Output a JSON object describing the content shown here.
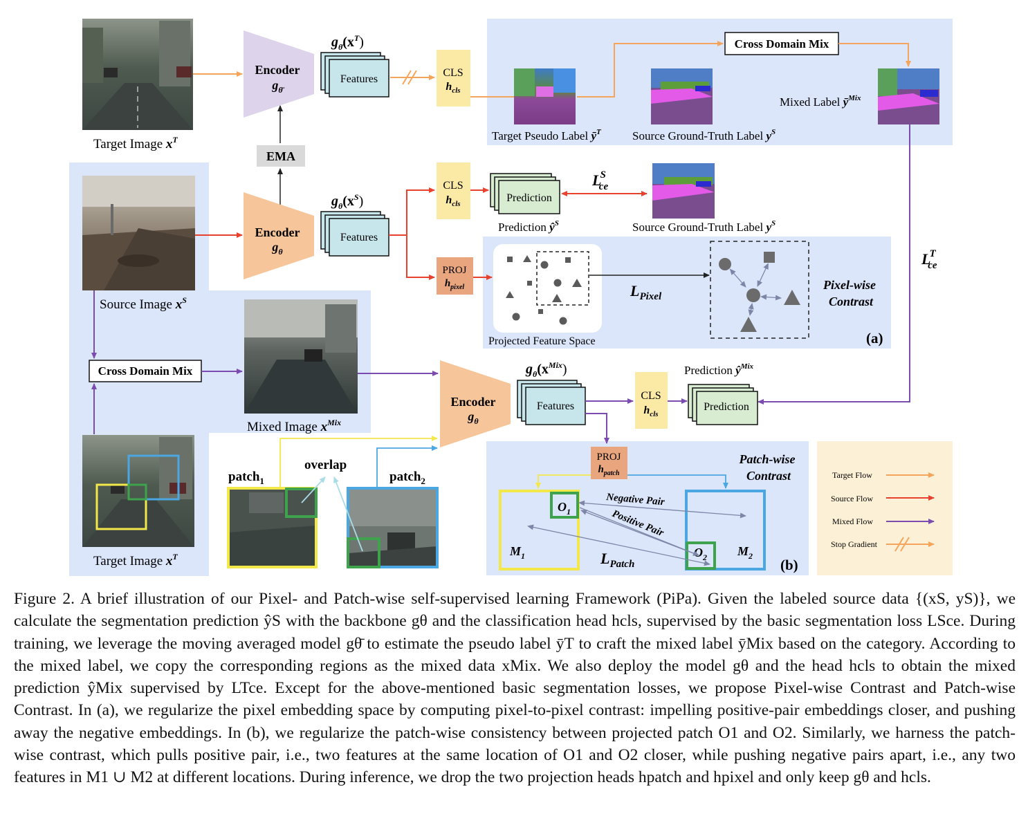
{
  "colors": {
    "target_flow": "#f5a55b",
    "source_flow": "#e8412e",
    "mixed_flow": "#7b4bb0",
    "panel_blue": "#dbe6fb",
    "encoder_purple": "#ddd3ea",
    "encoder_orange": "#f6c59a",
    "features_fill": "#c7e6ec",
    "cls_fill": "#fbe9a6",
    "proj_fill": "#e8a57e",
    "legend_bg": "#fcf1d6"
  },
  "figure": {
    "target_image_top": "Target Image",
    "target_image_top_var": "x",
    "target_image_top_sup": "T",
    "encoder_bar": "Encoder",
    "encoder_bar_var": "g",
    "encoder_bar_sub": "θ̄",
    "ema": "EMA",
    "g_bar_xt": "g",
    "g_bar_xt_sub": "θ̄",
    "g_bar_xt_arg": "(x",
    "g_bar_xt_sup": "T",
    "g_bar_xt_close": ")",
    "features_1": "Features",
    "cls_1": "CLS",
    "cls_1_var": "h",
    "cls_1_sub": "cls",
    "cross_domain_mix_top": "Cross Domain Mix",
    "target_pseudo_label": "Target Pseudo Label",
    "target_pseudo_label_var": "ȳ",
    "target_pseudo_label_sup": "T",
    "source_gt_label_1": "Source Ground-Truth Label",
    "source_gt_label_1_var": "y",
    "source_gt_label_1_sup": "S",
    "mixed_label": "Mixed Label",
    "mixed_label_var": "ȳ",
    "mixed_label_sup": "Mix",
    "source_image": "Source Image",
    "source_image_var": "x",
    "source_image_sup": "S",
    "encoder_mid": "Encoder",
    "encoder_mid_var": "g",
    "encoder_mid_sub": "θ",
    "g_xs": "g",
    "g_xs_sub": "θ",
    "g_xs_arg": "(x",
    "g_xs_sup": "S",
    "g_xs_close": ")",
    "features_2": "Features",
    "cls_2": "CLS",
    "cls_2_var": "h",
    "cls_2_sub": "cls",
    "prediction_box_1": "Prediction",
    "prediction_1": "Prediction",
    "prediction_1_var": "ŷ",
    "prediction_1_sup": "S",
    "loss_ce_s": "L",
    "loss_ce_s_sub": "ce",
    "loss_ce_s_sup": "S",
    "source_gt_label_2": "Source Ground-Truth Label",
    "source_gt_label_2_var": "y",
    "source_gt_label_2_sup": "S",
    "proj_1": "PROJ",
    "proj_1_var": "h",
    "proj_1_sub": "pixel",
    "loss_pixel": "L",
    "loss_pixel_sub": "Pixel",
    "pixel_wise_contrast_1": "Pixel-wise",
    "pixel_wise_contrast_2": "Contrast",
    "projected_feature_space": "Projected Feature Space",
    "panel_a": "(a)",
    "loss_ce_t": "L",
    "loss_ce_t_sub": "ce",
    "loss_ce_t_sup": "T",
    "cross_domain_mix_left": "Cross Domain Mix",
    "mixed_image": "Mixed Image",
    "mixed_image_var": "x",
    "mixed_image_sup": "Mix",
    "encoder_bottom": "Encoder",
    "encoder_bottom_var": "g",
    "encoder_bottom_sub": "θ",
    "g_xmix": "g",
    "g_xmix_sub": "θ",
    "g_xmix_arg": "(x",
    "g_xmix_sup": "Mix",
    "g_xmix_close": ")",
    "features_3": "Features",
    "cls_3": "CLS",
    "cls_3_var": "h",
    "cls_3_sub": "cls",
    "prediction_mix": "Prediction",
    "prediction_mix_var": "ŷ",
    "prediction_mix_sup": "Mix",
    "prediction_box_2": "Prediction",
    "target_image_bottom": "Target Image",
    "target_image_bottom_var": "x",
    "target_image_bottom_sup": "T",
    "patch1": "patch",
    "patch1_sub": "1",
    "overlap": "overlap",
    "patch2": "patch",
    "patch2_sub": "2",
    "proj_2": "PROJ",
    "proj_2_var": "h",
    "proj_2_sub": "patch",
    "patch_wise_contrast_1": "Patch-wise",
    "patch_wise_contrast_2": "Contrast",
    "negative_pair": "Negative Pair",
    "positive_pair": "Positive Pair",
    "o1": "O",
    "o1_sub": "1",
    "o2": "O",
    "o2_sub": "2",
    "m1": "M",
    "m1_sub": "1",
    "m2": "M",
    "m2_sub": "2",
    "loss_patch": "L",
    "loss_patch_sub": "Patch",
    "panel_b": "(b)",
    "legend_target_flow": "Target Flow",
    "legend_source_flow": "Source Flow",
    "legend_mixed_flow": "Mixed Flow",
    "legend_stop_gradient": "Stop Gradient"
  },
  "caption": {
    "text": "Figure 2. A brief illustration of our Pixel- and Patch-wise self-supervised learning Framework (PiPa). Given the labeled source data {(xS, yS)}, we calculate the segmentation prediction ŷS with the backbone gθ and the classification head hcls, supervised by the basic segmentation loss LSce. During training, we leverage the moving averaged model gθ̄ to estimate the pseudo label ȳT to craft the mixed label ȳMix based on the category. According to the mixed label, we copy the corresponding regions as the mixed data xMix. We also deploy the model gθ and the head hcls to obtain the mixed prediction ŷMix supervised by LTce. Except for the above-mentioned basic segmentation losses, we propose Pixel-wise Contrast and Patch-wise Contrast. In (a), we regularize the pixel embedding space by computing pixel-to-pixel contrast: impelling positive-pair embeddings closer, and pushing away the negative embeddings. In (b), we regularize the patch-wise consistency between projected patch O1 and O2. Similarly, we harness the patch-wise contrast, which pulls positive pair, i.e., two features at the same location of O1 and O2 closer, while pushing negative pairs apart, i.e., any two features in M1 ∪ M2 at different locations. During inference, we drop the two projection heads hpatch and hpixel and only keep gθ and hcls."
  }
}
